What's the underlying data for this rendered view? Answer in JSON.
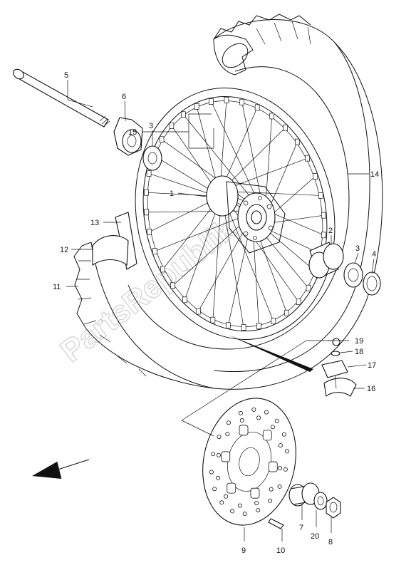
{
  "watermark": "PartsRepublik",
  "callouts": {
    "c1": "1",
    "c2": "2",
    "c3a": "3",
    "c3b": "3",
    "c4": "4",
    "c5": "5",
    "c6": "6",
    "c7": "7",
    "c8": "8",
    "c9": "9",
    "c10": "10",
    "c11": "11",
    "c12": "12",
    "c13": "13",
    "c14": "14",
    "c15": "15",
    "c16": "16",
    "c17": "17",
    "c18": "18",
    "c19": "19",
    "c20": "20"
  }
}
